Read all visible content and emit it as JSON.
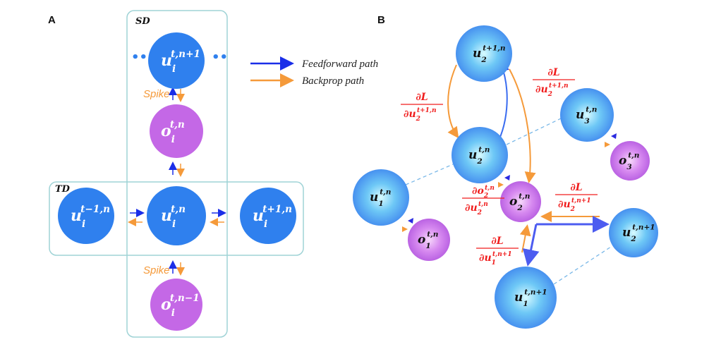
{
  "panel_a": {
    "label": "A",
    "sd_label": "SD",
    "td_label": "TD",
    "spike_top": "Spike",
    "spike_bottom": "Spike",
    "ellipsis_left": "••",
    "ellipsis_right": "••",
    "nodes": {
      "u_next_n": {
        "base": "u",
        "sub": "i",
        "sup": "t,n+1"
      },
      "o_t_n": {
        "base": "o",
        "sub": "i",
        "sup": "t,n"
      },
      "u_prev_t": {
        "base": "u",
        "sub": "i",
        "sup": "t−1,n"
      },
      "u_t_n": {
        "base": "u",
        "sub": "i",
        "sup": "t,n"
      },
      "u_next_t": {
        "base": "u",
        "sub": "i",
        "sup": "t+1,n"
      },
      "o_prev_n": {
        "base": "o",
        "sub": "i",
        "sup": "t,n−1"
      }
    },
    "legend": {
      "feedforward": "Feedforward path",
      "backprop": "Backprop path"
    }
  },
  "panel_b": {
    "label": "B",
    "nodes": {
      "u2_t1": {
        "base": "u",
        "sub": "2",
        "sup": "t+1,n"
      },
      "u2": {
        "base": "u",
        "sub": "2",
        "sup": "t,n"
      },
      "u3": {
        "base": "u",
        "sub": "3",
        "sup": "t,n"
      },
      "o3": {
        "base": "o",
        "sub": "3",
        "sup": "t,n"
      },
      "u1": {
        "base": "u",
        "sub": "1",
        "sup": "t,n"
      },
      "o1": {
        "base": "o",
        "sub": "1",
        "sup": "t,n"
      },
      "o2": {
        "base": "o",
        "sub": "2",
        "sup": "t,n"
      },
      "u2_n1": {
        "base": "u",
        "sub": "2",
        "sup": "t,n+1"
      },
      "u1_n1": {
        "base": "u",
        "sub": "1",
        "sup": "t,n+1"
      }
    },
    "gradients": {
      "g_left": {
        "num": "∂L",
        "den": "∂u",
        "sub": "2",
        "sup": "t+1,n"
      },
      "g_right": {
        "num": "∂L",
        "den": "∂u",
        "sub": "2",
        "sup": "t+1,n"
      },
      "g_o2": {
        "num": "∂o",
        "num_sub": "2",
        "num_sup": "t,n",
        "den": "∂u",
        "sub": "2",
        "sup": "t,n"
      },
      "g_u2n1": {
        "num": "∂L",
        "den": "∂u",
        "sub": "2",
        "sup": "t,n+1"
      },
      "g_u1n1": {
        "num": "∂L",
        "den": "∂u",
        "sub": "1",
        "sup": "t,n+1"
      }
    }
  },
  "colors": {
    "neuron_blue": "#2f80ee",
    "spike_purple": "#c468e6",
    "feedforward": "#1a2ee8",
    "backprop": "#f59a3a",
    "gradient_text": "#f01c1c",
    "box_stroke": "#9fd3d6"
  }
}
